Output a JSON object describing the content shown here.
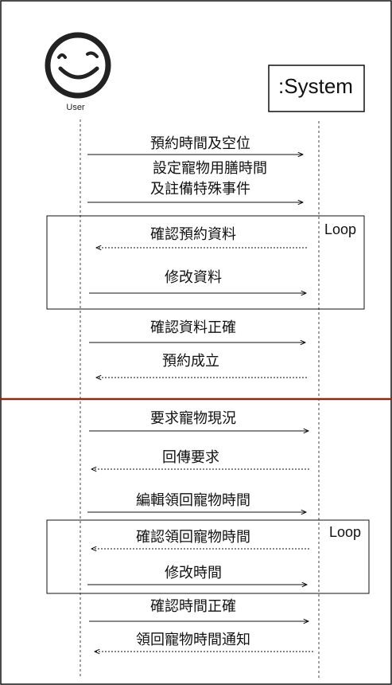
{
  "actors": {
    "user": "User",
    "system": ":System"
  },
  "messages": {
    "m1": "預約時間及空位",
    "m2a": "設定寵物用膳時間",
    "m2b": "及註備特殊事件",
    "m3": "確認預約資料",
    "m4": "修改資料",
    "m5": "確認資料正確",
    "m6": "預約成立",
    "m7": "要求寵物現況",
    "m8": "回傳要求",
    "m9": "編輯領回寵物時間",
    "m10": "確認領回寵物時間",
    "m11": "修改時間",
    "m12": "確認時間正確",
    "m13": "領回寵物時間通知"
  },
  "loops": {
    "loop1": "Loop",
    "loop2": "Loop"
  },
  "colors": {
    "line": "#111111",
    "divider": "#8b2a14"
  }
}
